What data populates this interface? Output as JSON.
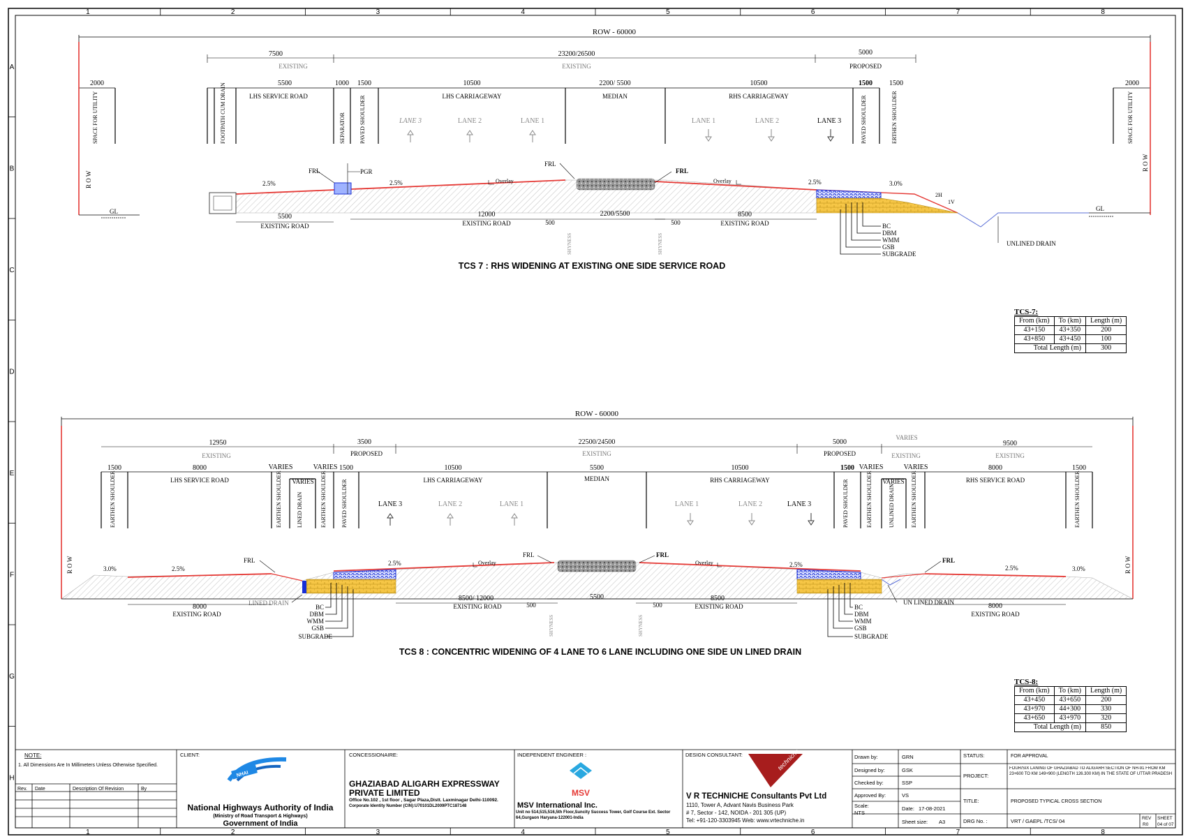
{
  "border": {
    "columns": [
      "1",
      "2",
      "3",
      "4",
      "5",
      "6",
      "7",
      "8"
    ],
    "rows": [
      "A",
      "B",
      "C",
      "D",
      "E",
      "F",
      "G",
      "H"
    ]
  },
  "tcs7": {
    "title": "TCS 7 :  RHS WIDENING AT EXISTING ONE SIDE SERVICE ROAD",
    "row": "ROW - 60000",
    "top_dims": [
      {
        "value": "7500",
        "label": "EXISTING"
      },
      {
        "value": "23200/26500",
        "label": "EXISTING"
      },
      {
        "value": "5000",
        "label": "PROPOSED"
      }
    ],
    "elements": [
      "2000",
      "5500",
      "1000",
      "1500",
      "10500",
      "2200/ 5500",
      "10500",
      "1500",
      "1500",
      "2000"
    ],
    "zones": [
      "LHS SERVICE ROAD",
      "LHS CARRIAGEWAY",
      "MEDIAN",
      "RHS CARRIAGEWAY"
    ],
    "vertical": [
      "SPACE FOR UTILITY",
      "FOOTPATH CUM DRAIN",
      "SEPARATOR",
      "PAVED SHOULDER",
      "PAVED SHOULDER",
      "ERTHEN SHOULDER",
      "SPACE FOR UTILITY"
    ],
    "lanes": [
      "LANE 3",
      "LANE 2",
      "LANE 1",
      "LANE 1",
      "LANE 2",
      "LANE 3"
    ],
    "annotations": {
      "frl": "FRL",
      "pgr": "PGR",
      "overlay": "Overlay",
      "gl": "GL",
      "row_side": "R O W",
      "slope_25": "2.5%",
      "slope_30": "3.0%",
      "slope_2h": "2H",
      "slope_1v": "1V",
      "shyness": "SHYNESS",
      "unlined_drain": "UNLINED DRAIN"
    },
    "bottom_dims": [
      {
        "value": "5500",
        "label": "EXISTING ROAD"
      },
      {
        "value": "12000",
        "label": "EXISTING ROAD"
      },
      {
        "value": "2200/5500",
        "label": ""
      },
      {
        "value": "8500",
        "label": "EXISTING ROAD"
      },
      {
        "value": "500",
        "label": ""
      }
    ],
    "layers": [
      "BC",
      "DBM",
      "WMM",
      "GSB",
      "SUBGRADE"
    ],
    "table": {
      "caption": "TCS-7:",
      "headers": [
        "From (km)",
        "To (km)",
        "Length (m)"
      ],
      "rows": [
        [
          "43+150",
          "43+350",
          "200"
        ],
        [
          "43+850",
          "43+450",
          "100"
        ]
      ],
      "total_label": "Total Length (m)",
      "total": "300"
    }
  },
  "tcs8": {
    "title": "TCS 8 : CONCENTRIC WIDENING OF 4 LANE TO 6 LANE INCLUDING ONE SIDE UN LINED DRAIN",
    "row": "ROW - 60000",
    "top_dims": [
      {
        "value": "12950",
        "label": "EXISTING"
      },
      {
        "value": "3500",
        "label": "PROPOSED"
      },
      {
        "value": "22500/24500",
        "label": "EXISTING"
      },
      {
        "value": "5000",
        "label": "PROPOSED"
      },
      {
        "value": "VARIES",
        "label": "EXISTING"
      },
      {
        "value": "9500",
        "label": "EXISTING"
      }
    ],
    "elements": [
      "1500",
      "8000",
      "VARIES",
      "VARIES",
      "1500",
      "10500",
      "5500",
      "10500",
      "1500",
      "VARIES",
      "VARIES",
      "8000",
      "1500"
    ],
    "zones": [
      "LHS SERVICE ROAD",
      "LHS CARRIAGEWAY",
      "MEDIAN",
      "RHS CARRIAGEWAY",
      "RHS SERVICE ROAD"
    ],
    "varies_inner": "VARIES",
    "vertical": [
      "EARTHEN SHOULDER",
      "EARTHEN SHOULDER",
      "LINED DRAIN",
      "EARTHEN SHOULDER",
      "PAVED SHOULDER",
      "PAVED SHOULDER",
      "EARTHEN SHOULDER",
      "UNLINED DRAIN",
      "EARTHEN SHOULDER",
      "EARTHEN SHOULDER"
    ],
    "lanes": [
      "LANE 3",
      "LANE 2",
      "LANE 1",
      "LANE 1",
      "LANE 2",
      "LANE 3"
    ],
    "annotations": {
      "frl": "FRL",
      "overlay": "Overlay",
      "row_side": "R O W",
      "slope_25": "2.5%",
      "slope_30": "3.0%",
      "shyness": "SHYNESS",
      "lined_drain": "LINED DRAIN",
      "unlined_drain": "UN LINED DRAIN"
    },
    "bottom_dims": [
      {
        "value": "8000",
        "label": "EXISTING ROAD"
      },
      {
        "value": "8500/ 12000",
        "label": "EXISTING ROAD"
      },
      {
        "value": "5500",
        "label": ""
      },
      {
        "value": "8500",
        "label": "EXISTING ROAD"
      },
      {
        "value": "8000",
        "label": "EXISTING ROAD"
      },
      {
        "value": "500",
        "label": ""
      }
    ],
    "layers": [
      "BC",
      "DBM",
      "WMM",
      "GSB",
      "SUBGRADE"
    ],
    "table": {
      "caption": "TCS-8:",
      "headers": [
        "From (km)",
        "To (km)",
        "Length (m)"
      ],
      "rows": [
        [
          "43+450",
          "43+650",
          "200"
        ],
        [
          "43+970",
          "44+300",
          "330"
        ],
        [
          "43+650",
          "43+970",
          "320"
        ]
      ],
      "total_label": "Total Length (m)",
      "total": "850"
    }
  },
  "title_block": {
    "note_title": "NOTE:",
    "note_text": "1. All Dimensions Are In Millimeters Unless Otherwise Specified.",
    "rev_headers": [
      "Rev.",
      "Date",
      "Description Of Revision",
      "By"
    ],
    "client_label": "CLIENT:",
    "client_name": "National Highways Authority of India",
    "client_sub": "(Ministry of Road Transport & Highways)",
    "client_gov": "Government of India",
    "logo_nhai": "NHAI",
    "concessionaire_label": "CONCESSIONAIRE:",
    "concessionaire_name": "GHAZIABAD ALIGARH EXPRESSWAY PRIVATE LIMITED",
    "concessionaire_addr1": "Office No.102 , 1st floor , Sagar Plaza,Distt. Laxminagar Delhi-110092.",
    "concessionaire_cin": "Corporate Identity Number (CIN):U70101DL2009PTC187148",
    "ie_label": "INDEPENDENT ENGINEER :",
    "ie_logo": "MSV",
    "ie_name": "MSV International Inc.",
    "ie_addr": "Unit no 514,515,516,5th Floor,Suncity Success Tower, Golf Course Ext. Sector 64,Gurgaon Haryana-122001-India",
    "dc_label": "DESIGN CONSULTANT:",
    "dc_logo": "techniche",
    "dc_name": "V R TECHNICHE Consultants Pvt Ltd",
    "dc_addr1": "1110, Tower A, Advant Navis Business Park",
    "dc_addr2": "# 7, Sector - 142, NOIDA - 201 305 (UP)",
    "dc_addr3": "Tel: +91-120-3303945 Web: www.vrtechniche.in",
    "drawn_label": "Drawn by:",
    "drawn": "GRN",
    "designed_label": "Designed by:",
    "designed": "GSK",
    "checked_label": "Checked by:",
    "checked": "SSP",
    "approved_label": "Approved By:",
    "approved": "VS",
    "scale_label": "Scale:",
    "scale": "NTS",
    "date_label": "Date:",
    "date": "17-08-2021",
    "sheet_size_label": "Sheet size:",
    "sheet_size": "A3",
    "status_label": "STATUS:",
    "status": "FOR APPROVAL",
    "project_label": "PROJECT:",
    "project": "FOUR/SIX LANING OF GHAZIABAD TO ALIGARH SECTION OF NH-91 FROM KM 23+600 TO KM 149+900 (LENGTH 126.300 KM) IN THE STATE OF UTTAR PRADESH",
    "title_label": "TITLE:",
    "title": "PROPOSED TYPICAL CROSS SECTION",
    "drg_label": "DRG No. :",
    "drg": "VRT / GAEPL /TCS/ 04",
    "rev_label": "REV",
    "rev": "R0",
    "sheet_label": "SHEET",
    "sheet": "04 of 07"
  },
  "colors": {
    "frl": "#e53935",
    "blue": "#1a2fd6",
    "yellow": "#f6c646",
    "grey": "#c8c8c8",
    "dark": "#333333"
  }
}
